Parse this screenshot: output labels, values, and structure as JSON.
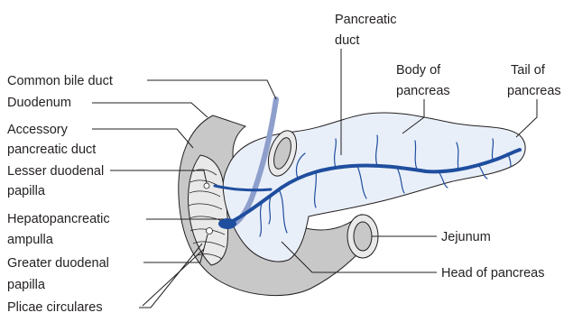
{
  "figure": {
    "colors": {
      "duodenum": "#c8c8c8",
      "duodenum_inner": "#e9e9e9",
      "pancreas": "#e9eff9",
      "duct": "#1f4e9e",
      "bile_duct": "#8f9fcc",
      "outline": "#231f20"
    },
    "labels": {
      "common_bile_duct": "Common bile duct",
      "duodenum": "Duodenum",
      "accessory_duct_line1": "Accessory",
      "accessory_duct_line2": "pancreatic duct",
      "lesser_papilla_line1": "Lesser duodenal",
      "lesser_papilla_line2": "papilla",
      "ampulla_line1": "Hepatopancreatic",
      "ampulla_line2": "ampulla",
      "greater_papilla_line1": "Greater duodenal",
      "greater_papilla_line2": "papilla",
      "plicae": "Plicae circulares",
      "pancreatic_duct_line1": "Pancreatic",
      "pancreatic_duct_line2": "duct",
      "body_line1": "Body of",
      "body_line2": "pancreas",
      "tail_line1": "Tail of",
      "tail_line2": "pancreas",
      "jejunum": "Jejunum",
      "head": "Head of pancreas"
    }
  }
}
